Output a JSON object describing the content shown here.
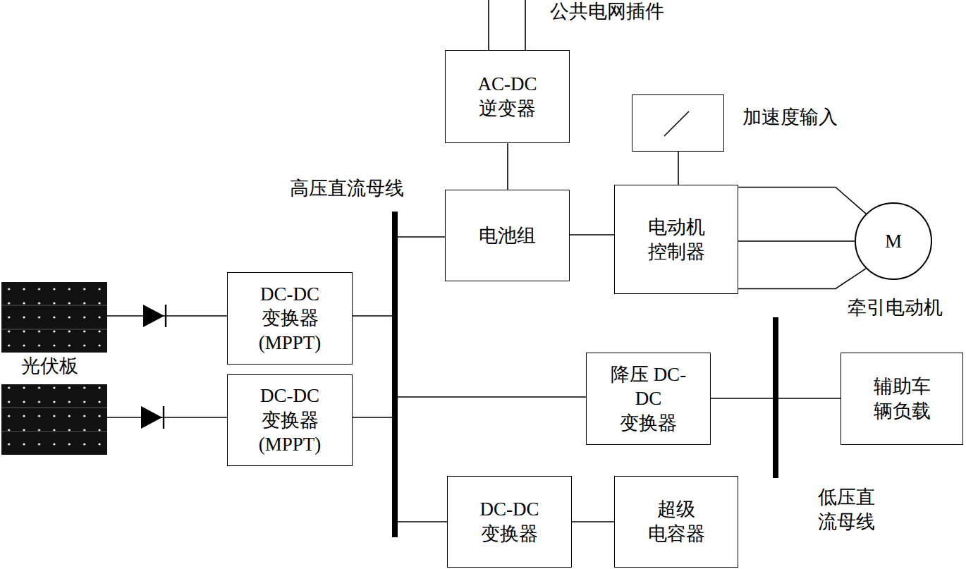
{
  "diagram": {
    "nodes": [
      {
        "text": [
          "AC-DC 逆变器"
        ]
      },
      {
        "text": [
          "加速度输入"
        ]
      },
      {
        "text": [
          "高压直流母线"
        ]
      },
      {
        "text": [
          "电池组"
        ]
      },
      {
        "text": [
          "电动机 控制器"
        ]
      },
      {
        "text": [
          "M",
          "牵引电动机"
        ]
      },
      {
        "text": [
          "DC-DC 变换器 (MPPT)"
        ]
      },
      {
        "text": [
          "DC-DC 变换器 (MPPT)"
        ]
      },
      {
        "text": [
          "降压 DC-DC 变换器"
        ]
      },
      {
        "text": [
          "低压直 流母线"
        ]
      },
      {
        "text": [
          "辅助车 辆负载"
        ]
      },
      {
        "text": [
          "DC-DC 变换器"
        ]
      },
      {
        "text": [
          "超级 电容器"
        ]
      }
    ],
    "edges": [
      {
        "from": 0,
        "to": 3,
        "arrow": "none"
      },
      {
        "from": 1,
        "to": 4,
        "arrow": "none"
      },
      {
        "from": 3,
        "to": 4,
        "arrow": "none"
      },
      {
        "from": 4,
        "to": 5,
        "arrow": "none"
      },
      {
        "from": 2,
        "to": 3,
        "arrow": "none"
      },
      {
        "from": 6,
        "to": 2,
        "arrow": "none"
      },
      {
        "from": 7,
        "to": 2,
        "arrow": "none"
      },
      {
        "from": 2,
        "to": 8,
        "arrow": "none"
      },
      {
        "from": 8,
        "to": 9,
        "arrow": "none"
      },
      {
        "from": 9,
        "to": 10,
        "arrow": "none"
      },
      {
        "from": 2,
        "to": 11,
        "arrow": "none"
      },
      {
        "from": 11,
        "to": 12,
        "arrow": "none"
      }
    ],
    "labels": [
      "公共电网插件",
      "光伏板"
    ]
  }
}
